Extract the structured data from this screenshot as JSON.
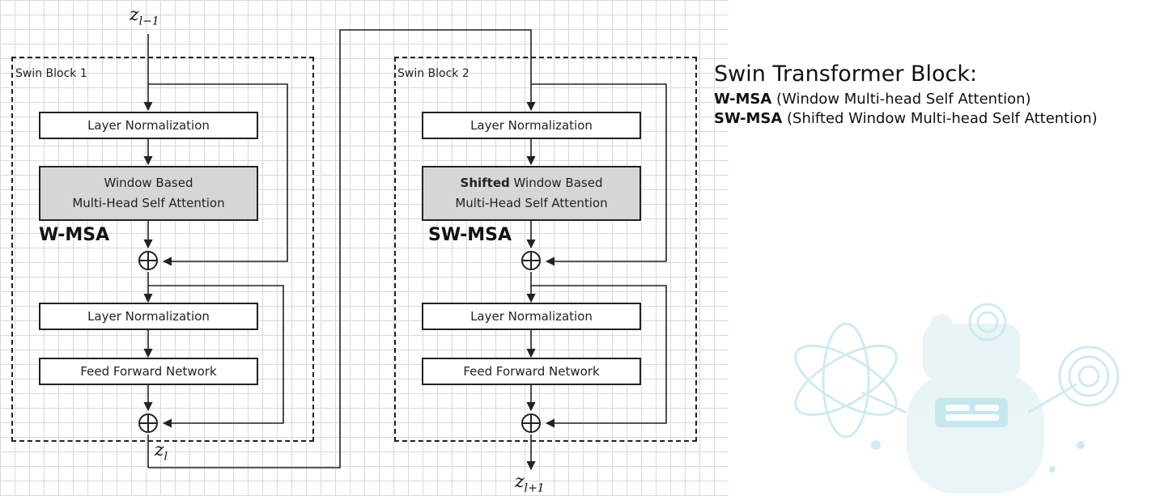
{
  "inputs": {
    "z_prev": {
      "base": "z",
      "sub": "l−1"
    },
    "z_mid": {
      "base": "z",
      "sub": "l"
    },
    "z_next": {
      "base": "z",
      "sub": "l+1"
    }
  },
  "block1": {
    "title": "Swin Block 1",
    "ln1": "Layer Normalization",
    "attn_line1": "Window Based",
    "attn_line2": "Multi-Head Self Attention",
    "tag": "W-MSA",
    "ln2": "Layer Normalization",
    "ffn": "Feed Forward Network"
  },
  "block2": {
    "title": "Swin Block 2",
    "ln1": "Layer Normalization",
    "attn_bold": "Shifted",
    "attn_line1_rest": " Window Based",
    "attn_line2": "Multi-Head Self Attention",
    "tag": "SW-MSA",
    "ln2": "Layer Normalization",
    "ffn": "Feed Forward Network"
  },
  "legend": {
    "title": "Swin Transformer Block:",
    "wmsa_abbr": "W-MSA",
    "wmsa_full": " (Window Multi-head Self Attention)",
    "swmsa_abbr": "SW-MSA",
    "swmsa_full": " (Shifted Window Multi-head Self Attention)"
  },
  "colors": {
    "attention_fill": "#d6d6d6",
    "grid": "#d9d9d9",
    "stroke": "#222222",
    "watermark": "#a8dce8"
  },
  "icons": [
    "add-circle-icon",
    "arrow-icon",
    "robot-watermark-icon"
  ]
}
